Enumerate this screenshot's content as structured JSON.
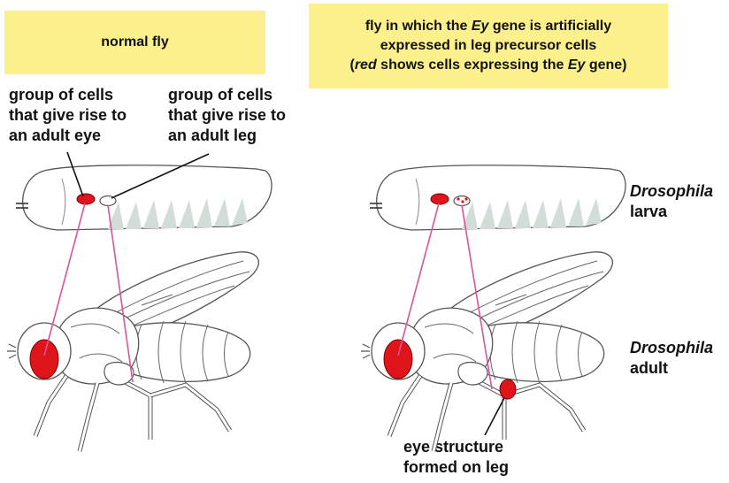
{
  "left_panel": {
    "title": "normal fly",
    "label_eye_cells": [
      "group of cells",
      "that give rise to",
      "an adult eye"
    ],
    "label_leg_cells": [
      "group of cells",
      "that give rise to",
      "an adult leg"
    ]
  },
  "right_panel": {
    "title_line1_before": "fly in which the ",
    "title_line1_gene": "Ey",
    "title_line1_after": " gene is artificially",
    "title_line2": "expressed in leg precursor cells",
    "title_line3_open": "(",
    "title_line3_red": "red",
    "title_line3_mid": " shows cells expressing the ",
    "title_line3_gene": "Ey",
    "title_line3_after": " gene)",
    "leg_eye_label": [
      "eye structure",
      "formed on leg"
    ]
  },
  "side_labels": {
    "larva_genus": "Drosophila",
    "larva_stage": "larva",
    "adult_genus": "Drosophila",
    "adult_stage": "adult"
  },
  "colors": {
    "title_box": "#fbf08c",
    "eye_red": "#e0141b",
    "connector_pink": "#d9549a",
    "outline": "#555555",
    "larva_segment_fill": "#d3ddd7"
  }
}
